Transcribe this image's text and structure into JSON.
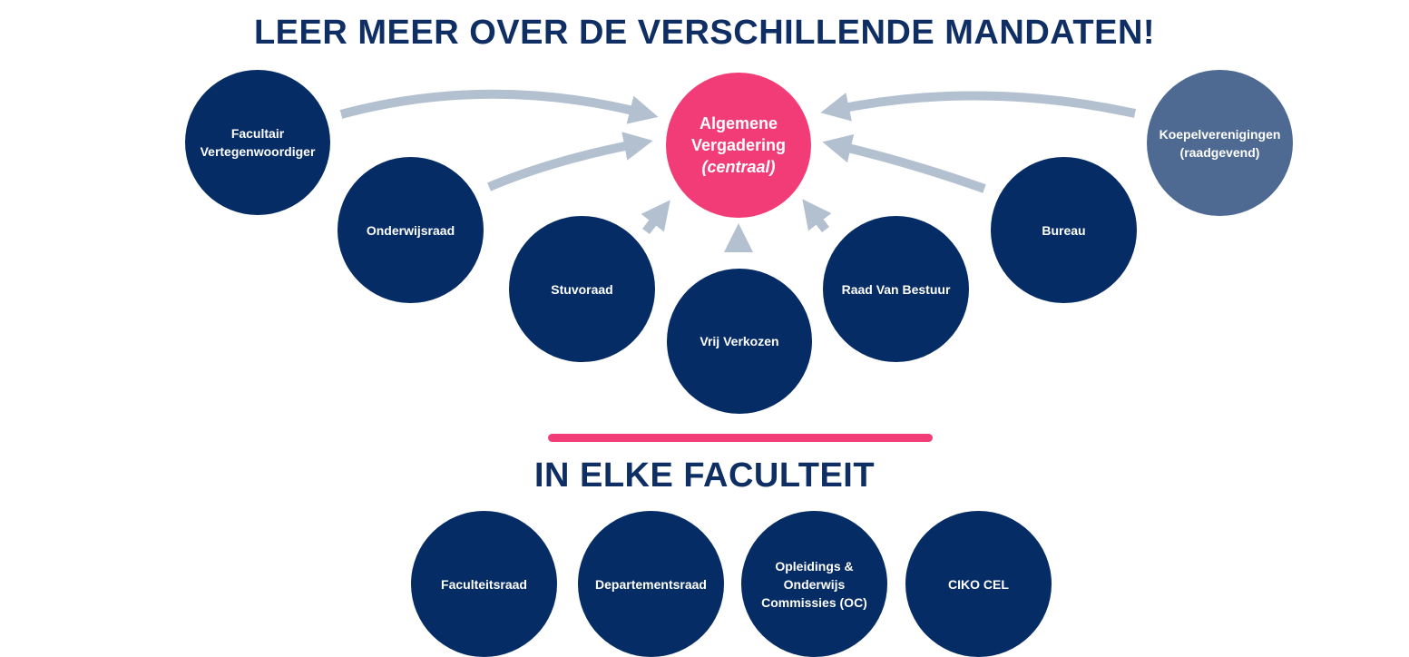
{
  "header": {
    "title": "LEER MEER OVER DE VERSCHILLENDE MANDATEN!"
  },
  "central": {
    "line1": "Algemene",
    "line2": "Vergadering",
    "line3": "(centraal)"
  },
  "mandates": {
    "facultair": {
      "line1": "Facultair",
      "line2": "Vertegenwoordiger"
    },
    "onderwijsraad": {
      "label": "Onderwijsraad"
    },
    "stuvoraad": {
      "label": "Stuvoraad"
    },
    "vrij_verkozen": {
      "label": "Vrij Verkozen"
    },
    "raad_van_bestuur": {
      "label": "Raad Van Bestuur"
    },
    "bureau": {
      "label": "Bureau"
    },
    "koepel": {
      "line1": "Koepelverenigingen",
      "line2": "(raadgevend)"
    }
  },
  "faculty_section": {
    "title": "IN ELKE FACULTEIT",
    "items": {
      "faculteitsraad": {
        "label": "Faculteitsraad"
      },
      "departementsraad": {
        "label": "Departementsraad"
      },
      "oc": {
        "line1": "Opleidings &",
        "line2": "Onderwijs",
        "line3": "Commissies (OC)"
      },
      "ciko": {
        "label": "CIKO CEL"
      }
    }
  },
  "colors": {
    "navy": "#052c64",
    "title_navy": "#0f2f64",
    "pink": "#f23c78",
    "advisory_blue": "#4e6a92",
    "arrow_gray": "#b3c0d0"
  }
}
